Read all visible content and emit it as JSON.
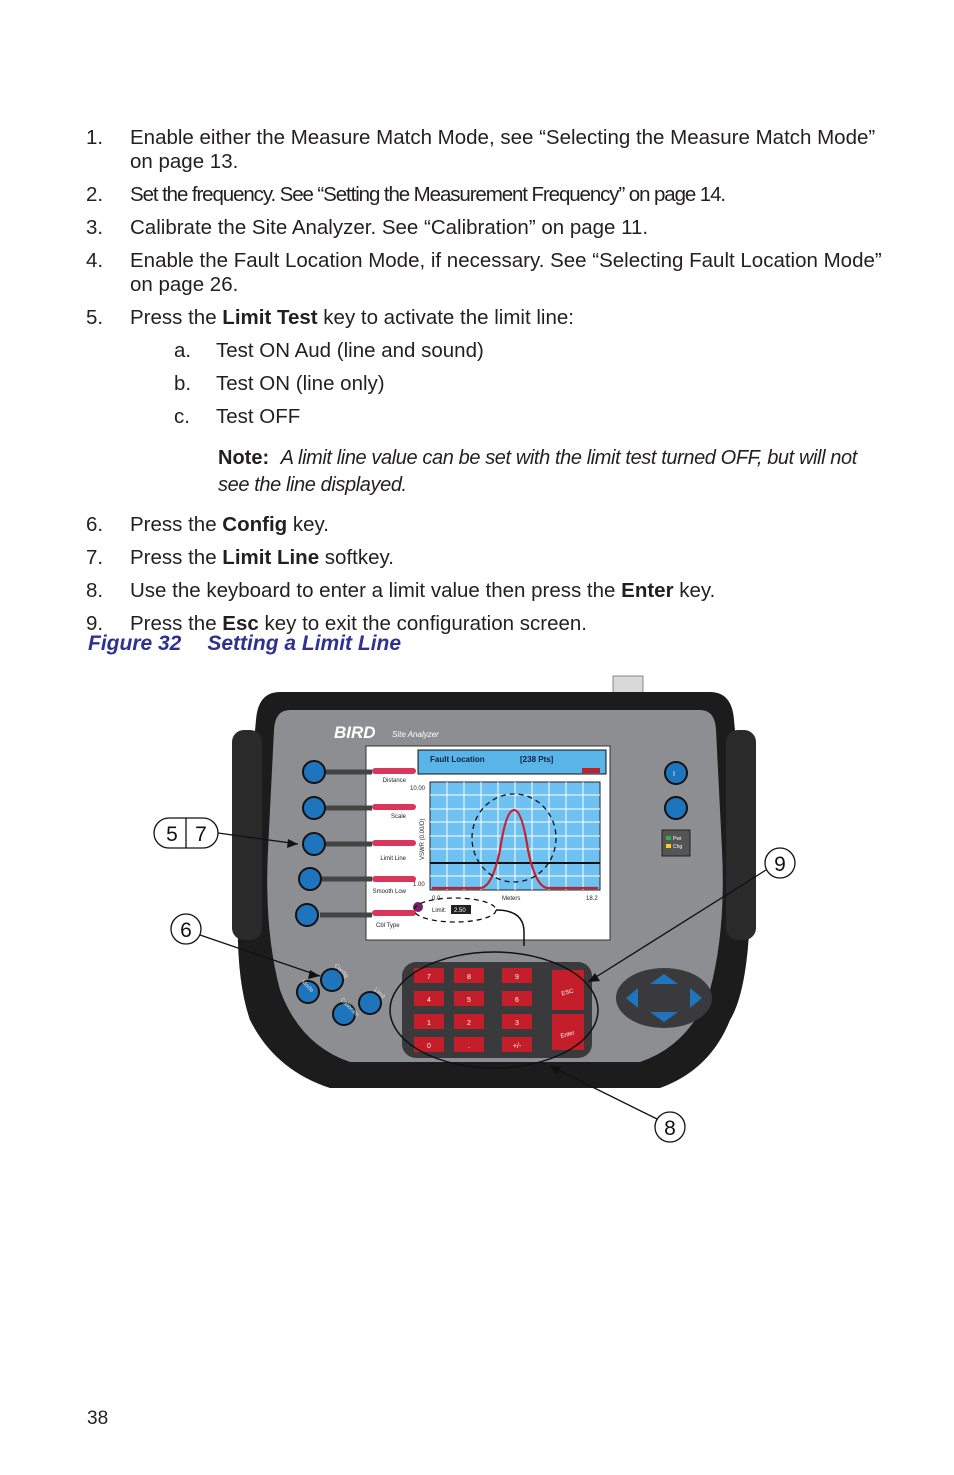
{
  "steps": [
    {
      "num": "1.",
      "text": "Enable either the Measure Match Mode, see “Selecting the Measure Match Mode” on page 13."
    },
    {
      "num": "2.",
      "text": "Set the frequency. See “Setting the Measurement Frequency” on page 14."
    },
    {
      "num": "3.",
      "text": "Calibrate the Site Analyzer. See “Calibration” on page 11."
    },
    {
      "num": "4.",
      "text": "Enable the Fault Location Mode, if necessary. See “Selecting Fault Location Mode” on page 26."
    },
    {
      "num": "5.",
      "pre": "Press the ",
      "bold": "Limit Test",
      "post": " key to activate the limit line:"
    },
    {
      "num": "6.",
      "pre": "Press the ",
      "bold": "Config",
      "post": " key."
    },
    {
      "num": "7.",
      "pre": "Press the ",
      "bold": "Limit Line",
      "post": " softkey."
    },
    {
      "num": "8.",
      "pre": "Use the keyboard to enter a limit value then press the ",
      "bold": "Enter",
      "post": " key."
    },
    {
      "num": "9.",
      "pre": "Press the ",
      "bold": "Esc",
      "post": " key to exit the configuration screen."
    }
  ],
  "substeps": [
    {
      "num": "a.",
      "text": "Test ON Aud (line and sound)"
    },
    {
      "num": "b.",
      "text": "Test ON (line only)"
    },
    {
      "num": "c.",
      "text": "Test OFF"
    }
  ],
  "note": {
    "label": "Note:",
    "text": "A limit line value can be set with the limit test turned OFF, but will not see the line displayed."
  },
  "figure": {
    "number": "Figure 32",
    "title": "Setting a Limit Line",
    "brand": "BIRD",
    "product": "Site Analyzer",
    "screen": {
      "mode": "Fault Location",
      "points": "[238 Pts]",
      "y_top": "10.00",
      "y_bottom": "1.00",
      "y_axis_label": "VSWR (0.00/D)",
      "x_start": "0.0",
      "x_label": "Meters",
      "x_end": "18.2",
      "limit_label": "Limit:",
      "limit_value": "2.50"
    },
    "softkeys": [
      "Distance",
      "Scale",
      "Limit Line",
      "Smooth Low",
      "Cbl Type"
    ],
    "side_labels": {
      "pwr": "Pwr",
      "chg": "Chg"
    },
    "key_labels": {
      "config": "Config",
      "mode": "Mode",
      "calibrate": "Calibrate",
      "limit": "Limit"
    },
    "keypad": [
      "7",
      "8",
      "9",
      "4",
      "5",
      "6",
      "1",
      "2",
      "3",
      "0",
      ".",
      "+/-"
    ],
    "esc_label": "ESC",
    "enter_label": "Enter",
    "callouts": [
      "5",
      "7",
      "6",
      "9",
      "8"
    ]
  },
  "page_number": "38"
}
